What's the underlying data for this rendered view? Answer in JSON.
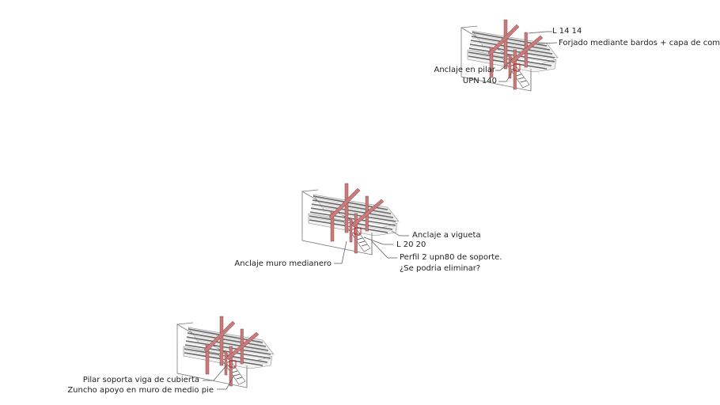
{
  "colors": {
    "steel": "#c97a7a",
    "steel_edge": "#8a4a4a",
    "line": "#555555",
    "slab": "#e8e8e8"
  },
  "views": [
    {
      "name": "view-top",
      "labels": {
        "l14": "L 14 14",
        "forjado": "Forjado mediante bardos + capa de compresión",
        "anclaje_pilar": "Anclaje en pilar",
        "upn140": "UPN 140"
      }
    },
    {
      "name": "view-middle",
      "labels": {
        "anclaje_vigueta": "Anclaje a vigueta",
        "l20": "L 20 20",
        "perfil_1": "Perfil 2  upn80 de soporte.",
        "perfil_2": "¿Se podria eliminar?",
        "anclaje_muro": "Anclaje muro medianero"
      }
    },
    {
      "name": "view-bottom",
      "labels": {
        "pilar": "Pilar soporta viga de cubierta",
        "zuncho": "Zuncho apoyo en muro de medio pie"
      }
    }
  ]
}
